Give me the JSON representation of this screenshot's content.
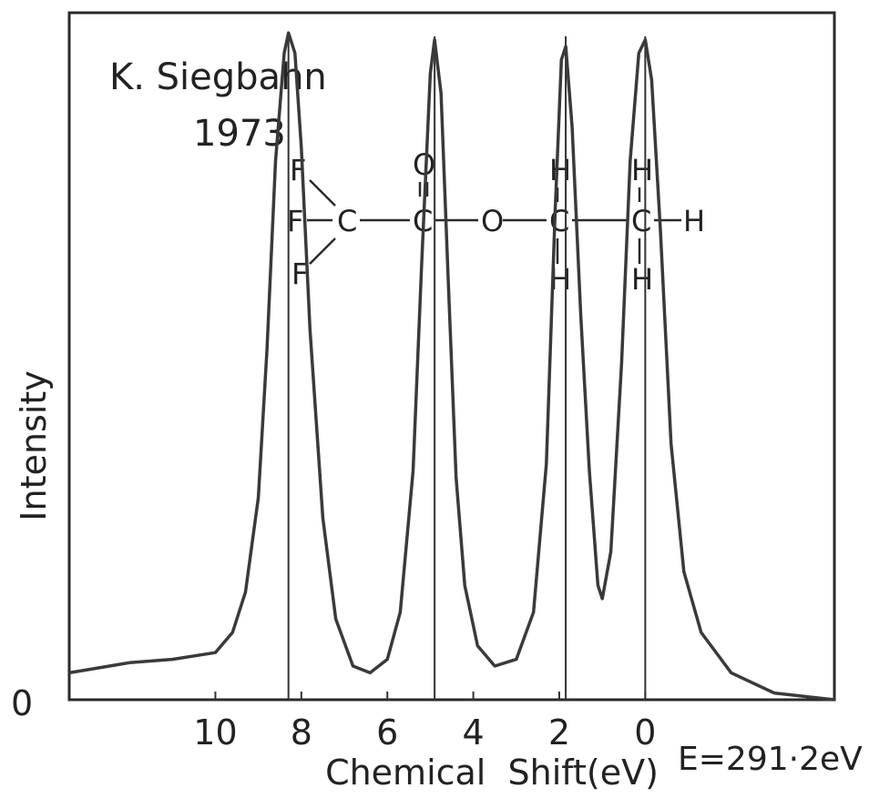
{
  "annotation": {
    "author": "K. Siegbahn",
    "year": "1973"
  },
  "energy_label": "E=291·2eV",
  "molecule": {
    "atoms": [
      "F",
      "F",
      "F",
      "C",
      "C",
      "O",
      "O",
      "C",
      "H",
      "H",
      "C",
      "H",
      "H",
      "H"
    ]
  },
  "chart_data": {
    "type": "line",
    "title": "",
    "xlabel": "Chemical  Shift(eV)",
    "ylabel": "Intensity",
    "x_reversed": true,
    "xlim": [
      13.4,
      -4.4
    ],
    "ylim": [
      0,
      1.02
    ],
    "x_ticks": [
      10,
      8,
      6,
      4,
      2,
      0
    ],
    "x_tick_labels": [
      "10",
      "8",
      "6",
      "4",
      "2",
      "0"
    ],
    "y_tick_labels": [
      "0"
    ],
    "grid": false,
    "legend": "none",
    "series": [
      {
        "x": [
          13.4,
          12.0,
          11.0,
          10.0,
          9.6,
          9.3,
          9.0,
          8.8,
          8.6,
          8.4,
          8.3,
          8.15,
          8.0,
          7.8,
          7.5,
          7.2,
          6.8,
          6.4,
          6.0,
          5.7,
          5.4,
          5.2,
          5.0,
          4.9,
          4.75,
          4.6,
          4.4,
          4.2,
          3.9,
          3.5,
          3.0,
          2.6,
          2.3,
          2.1,
          1.95,
          1.85,
          1.7,
          1.5,
          1.3,
          1.1,
          1.0,
          0.8,
          0.55,
          0.35,
          0.15,
          0.0,
          -0.15,
          -0.35,
          -0.6,
          -0.9,
          -1.3,
          -2.0,
          -3.0,
          -4.4
        ],
        "y": [
          0.04,
          0.055,
          0.06,
          0.07,
          0.1,
          0.16,
          0.3,
          0.52,
          0.8,
          0.96,
          0.99,
          0.96,
          0.82,
          0.55,
          0.27,
          0.12,
          0.05,
          0.04,
          0.06,
          0.13,
          0.34,
          0.65,
          0.93,
          0.98,
          0.9,
          0.65,
          0.33,
          0.17,
          0.08,
          0.05,
          0.06,
          0.13,
          0.35,
          0.72,
          0.95,
          0.97,
          0.85,
          0.57,
          0.34,
          0.17,
          0.15,
          0.22,
          0.5,
          0.8,
          0.96,
          0.98,
          0.92,
          0.7,
          0.38,
          0.19,
          0.1,
          0.04,
          0.01,
          0.0
        ]
      }
    ],
    "peak_markers": [
      8.3,
      4.9,
      1.85,
      0.0
    ]
  }
}
